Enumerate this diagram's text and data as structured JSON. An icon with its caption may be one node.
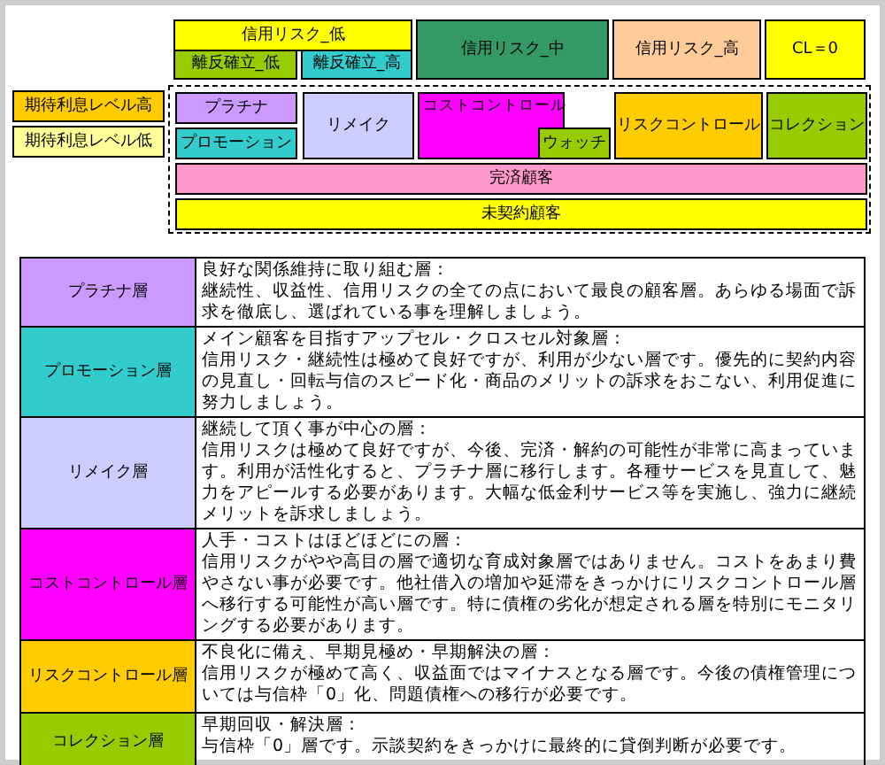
{
  "diagram": {
    "nodes": [
      {
        "text": [
          "信用リスク_低"
        ]
      },
      {
        "text": [
          "離反確立_低"
        ]
      },
      {
        "text": [
          "離反確立_高"
        ]
      },
      {
        "text": [
          "信用リスク_中"
        ]
      },
      {
        "text": [
          "信用リスク_高"
        ]
      },
      {
        "text": [
          "CL＝0"
        ]
      },
      {
        "text": [
          "期待利息レベル高"
        ]
      },
      {
        "text": [
          "期待利息レベル低"
        ]
      },
      {
        "text": [],
        "shape": "box"
      },
      {
        "text": [
          "プラチナ"
        ],
        "in": 8
      },
      {
        "text": [
          "プロモーション"
        ],
        "in": 8
      },
      {
        "text": [
          "リメイク"
        ],
        "in": 8
      },
      {
        "text": [
          "コストコントロール"
        ],
        "in": 8
      },
      {
        "text": [
          "ウォッチ"
        ],
        "in": 8
      },
      {
        "text": [
          "リスクコントロール"
        ],
        "in": 8
      },
      {
        "text": [
          "コレクション"
        ],
        "in": 8
      },
      {
        "text": [
          "完済顧客"
        ],
        "in": 8
      },
      {
        "text": [
          "未契約顧客"
        ],
        "in": 8
      }
    ],
    "labels": [
      "プラチナ層",
      "良好な関係維持に取り組む層：",
      "継続性、収益性、信用リスクの全ての点において最良の顧客層。あらゆる場面で訴求を徹底し、選ばれている事を理解しましょう。",
      "プロモーション層",
      "メイン顧客を目指すアップセル・クロスセル対象層：",
      "信用リスク・継続性は極めて良好ですが、利用が少ない層です。優先的に契約内容の見直し・回転与信のスピード化・商品のメリットの訴求をおこない、利用促進に努力しましょう。",
      "リメイク層",
      "継続して頂く事が中心の層：",
      "信用リスクは極めて良好ですが、今後、完済・解約の可能性が非常に高まっています。利用が活性化すると、プラチナ層に移行します。各種サービスを見直して、魅力をアピールする必要があります。大幅な低金利サービス等を実施し、強力に継続メリットを訴求しましょう。",
      "コストコントロール層",
      "人手・コストはほどほどにの層：",
      "信用リスクがやや高目の層で適切な育成対象層ではありません。コストをあまり費やさない事が必要です。他社借入の増加や延滞をきっかけにリスクコントロール層へ移行する可能性が高い層です。特に債権の劣化が想定される層を特別にモニタリングする必要があります。",
      "リスクコントロール層",
      "不良化に備え、早期見極め・早期解決の層：",
      "信用リスクが極めて高く、収益面ではマイナスとなる層です。今後の債権管理については与信枠「0」化、問題債権への移行が必要です。",
      "コレクション層",
      "早期回収・解決層：",
      "与信枠「0」層です。示談契約をきっかけに最終的に貸倒判断が必要です。"
    ]
  }
}
